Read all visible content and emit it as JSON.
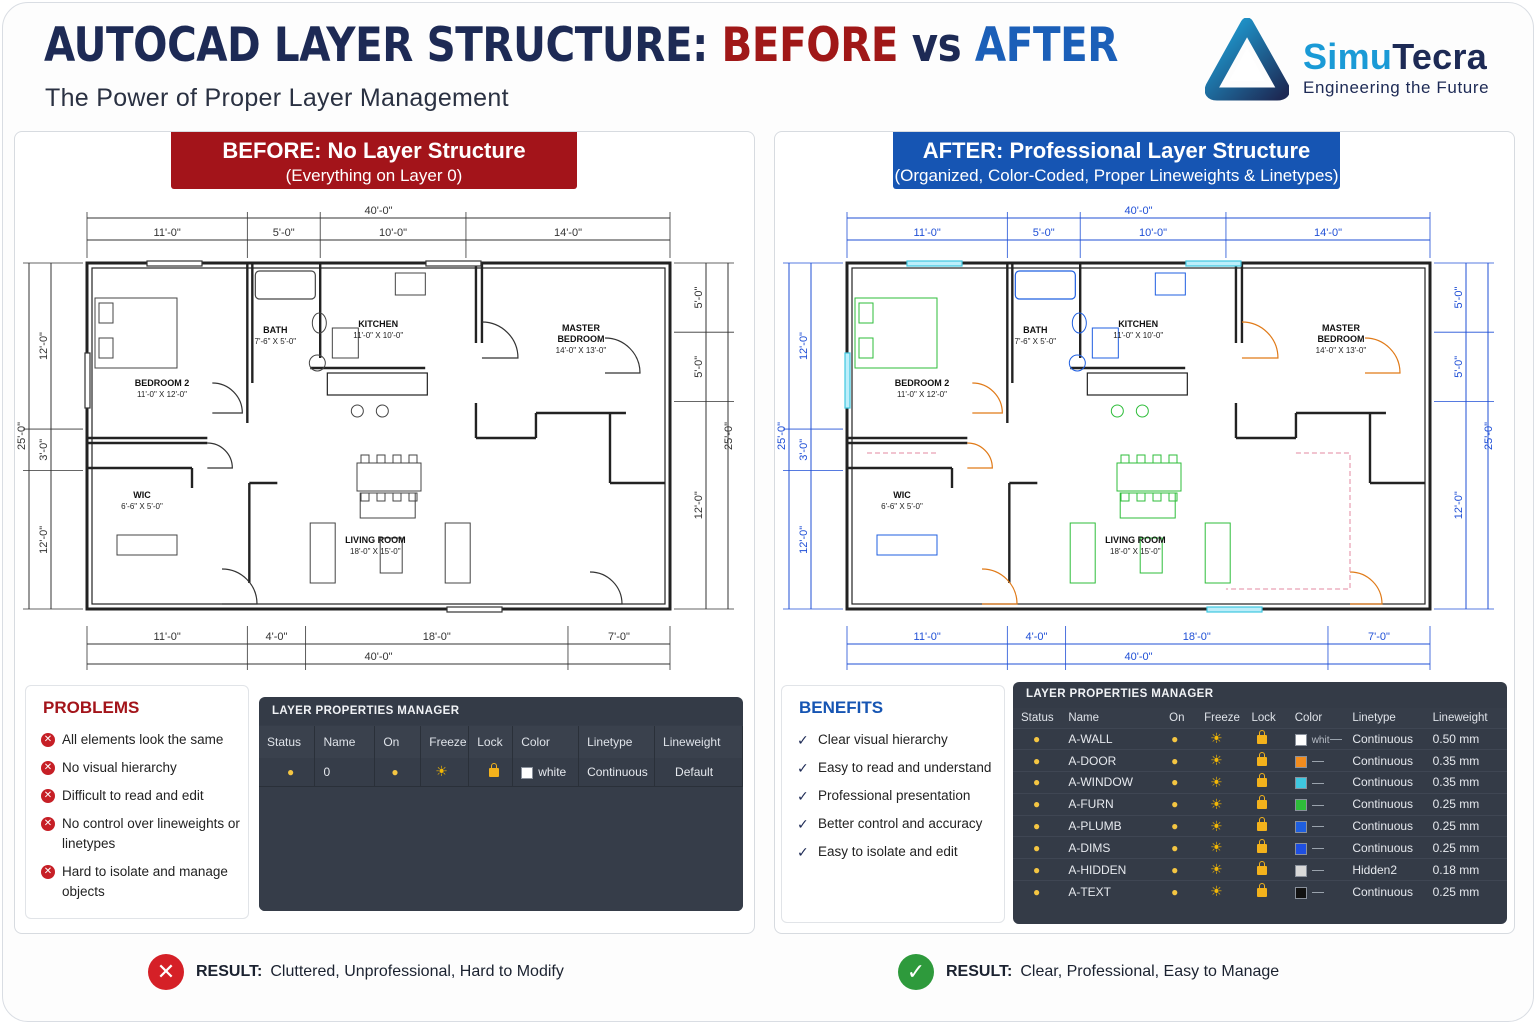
{
  "header": {
    "title_part1": "AUTOCAD LAYER STRUCTURE: ",
    "title_before": "BEFORE",
    "title_vs": " vs ",
    "title_after": "AFTER",
    "subtitle": "The Power of Proper Layer Management"
  },
  "logo": {
    "name_part1": "Simu",
    "name_part2": "Tecra",
    "tagline": "Engineering the Future"
  },
  "before": {
    "banner_title": "BEFORE: No Layer Structure",
    "banner_sub": "(Everything on Layer 0)",
    "problems_title": "PROBLEMS",
    "problems": [
      "All elements look the same",
      "No visual hierarchy",
      "Difficult to read and edit",
      "No control over lineweights or linetypes",
      "Hard to isolate and manage objects"
    ],
    "lpm_title": "LAYER PROPERTIES MANAGER",
    "lpm_headers": [
      "Status",
      "Name",
      "On",
      "Freeze",
      "Lock",
      "Color",
      "Linetype",
      "Lineweight"
    ],
    "lpm_row": {
      "name": "0",
      "color": "white",
      "linetype": "Continuous",
      "lineweight": "Default"
    },
    "result_label": "RESULT:",
    "result_text": "Cluttered, Unprofessional, Hard to Modify"
  },
  "after": {
    "banner_title": "AFTER: Professional Layer Structure",
    "banner_sub": "(Organized, Color-Coded, Proper Lineweights & Linetypes)",
    "benefits_title": "BENEFITS",
    "benefits": [
      "Clear visual hierarchy",
      "Easy to read and understand",
      "Professional presentation",
      "Better control and accuracy",
      "Easy to isolate and edit"
    ],
    "lpm_title": "LAYER PROPERTIES MANAGER",
    "lpm_headers": [
      "Status",
      "Name",
      "On",
      "Freeze",
      "Lock",
      "Color",
      "Linetype",
      "Lineweight"
    ],
    "layers": [
      {
        "name": "A-WALL",
        "color": "#ffffff",
        "color_text": "whit",
        "linetype": "Continuous",
        "lineweight": "0.50 mm"
      },
      {
        "name": "A-DOOR",
        "color": "#f28c1e",
        "color_text": "",
        "linetype": "Continuous",
        "lineweight": "0.35 mm"
      },
      {
        "name": "A-WINDOW",
        "color": "#3fc7e0",
        "color_text": "",
        "linetype": "Continuous",
        "lineweight": "0.35 mm"
      },
      {
        "name": "A-FURN",
        "color": "#2ebd3a",
        "color_text": "",
        "linetype": "Continuous",
        "lineweight": "0.25 mm"
      },
      {
        "name": "A-PLUMB",
        "color": "#1f5fe0",
        "color_text": "",
        "linetype": "Continuous",
        "lineweight": "0.25 mm"
      },
      {
        "name": "A-DIMS",
        "color": "#1f4fe0",
        "color_text": "",
        "linetype": "Continuous",
        "lineweight": "0.25 mm"
      },
      {
        "name": "A-HIDDEN",
        "color": "#d9d9d9",
        "color_text": "",
        "linetype": "Hidden2",
        "lineweight": "0.18 mm"
      },
      {
        "name": "A-TEXT",
        "color": "#111111",
        "color_text": "",
        "linetype": "Continuous",
        "lineweight": "0.25 mm"
      }
    ],
    "result_label": "RESULT:",
    "result_text": "Clear, Professional, Easy to Manage"
  },
  "plan": {
    "dims_top_total": "40'-0\"",
    "dims_top": [
      "11'-0\"",
      "5'-0\"",
      "10'-0\"",
      "14'-0\""
    ],
    "dims_bottom": [
      "11'-0\"",
      "4'-0\"",
      "18'-0\"",
      "7'-0\""
    ],
    "dims_bottom_total": "40'-0\"",
    "dims_left_total": "25'-0\"",
    "dims_left": [
      "12'-0\"",
      "3'-0\"",
      "12'-0\""
    ],
    "dims_right": [
      "5'-0\"",
      "5'-0\"",
      "12'-0\""
    ],
    "dims_right_total": "25'-0\"",
    "rooms": [
      {
        "name": "BATH",
        "size": "7'-6\" X 5'-0\""
      },
      {
        "name": "KITCHEN",
        "size": "11'-0\" X 10'-0\""
      },
      {
        "name": "MASTER",
        "name2": "BEDROOM",
        "size": "14'-0\" X 13'-0\""
      },
      {
        "name": "BEDROOM 2",
        "size": "11'-0\" X 12'-0\""
      },
      {
        "name": "WIC",
        "size": "6'-6\" X 5'-0\""
      },
      {
        "name": "LIVING ROOM",
        "size": "18'-0\" X 15'-0\""
      }
    ]
  },
  "colors": {
    "before": "#a3141a",
    "after": "#1655b3",
    "dims_after": "#1f4fd6",
    "door": "#e07a18",
    "furn": "#2ebd3a",
    "window": "#3fc7e0",
    "plumb": "#1f5fe0"
  }
}
